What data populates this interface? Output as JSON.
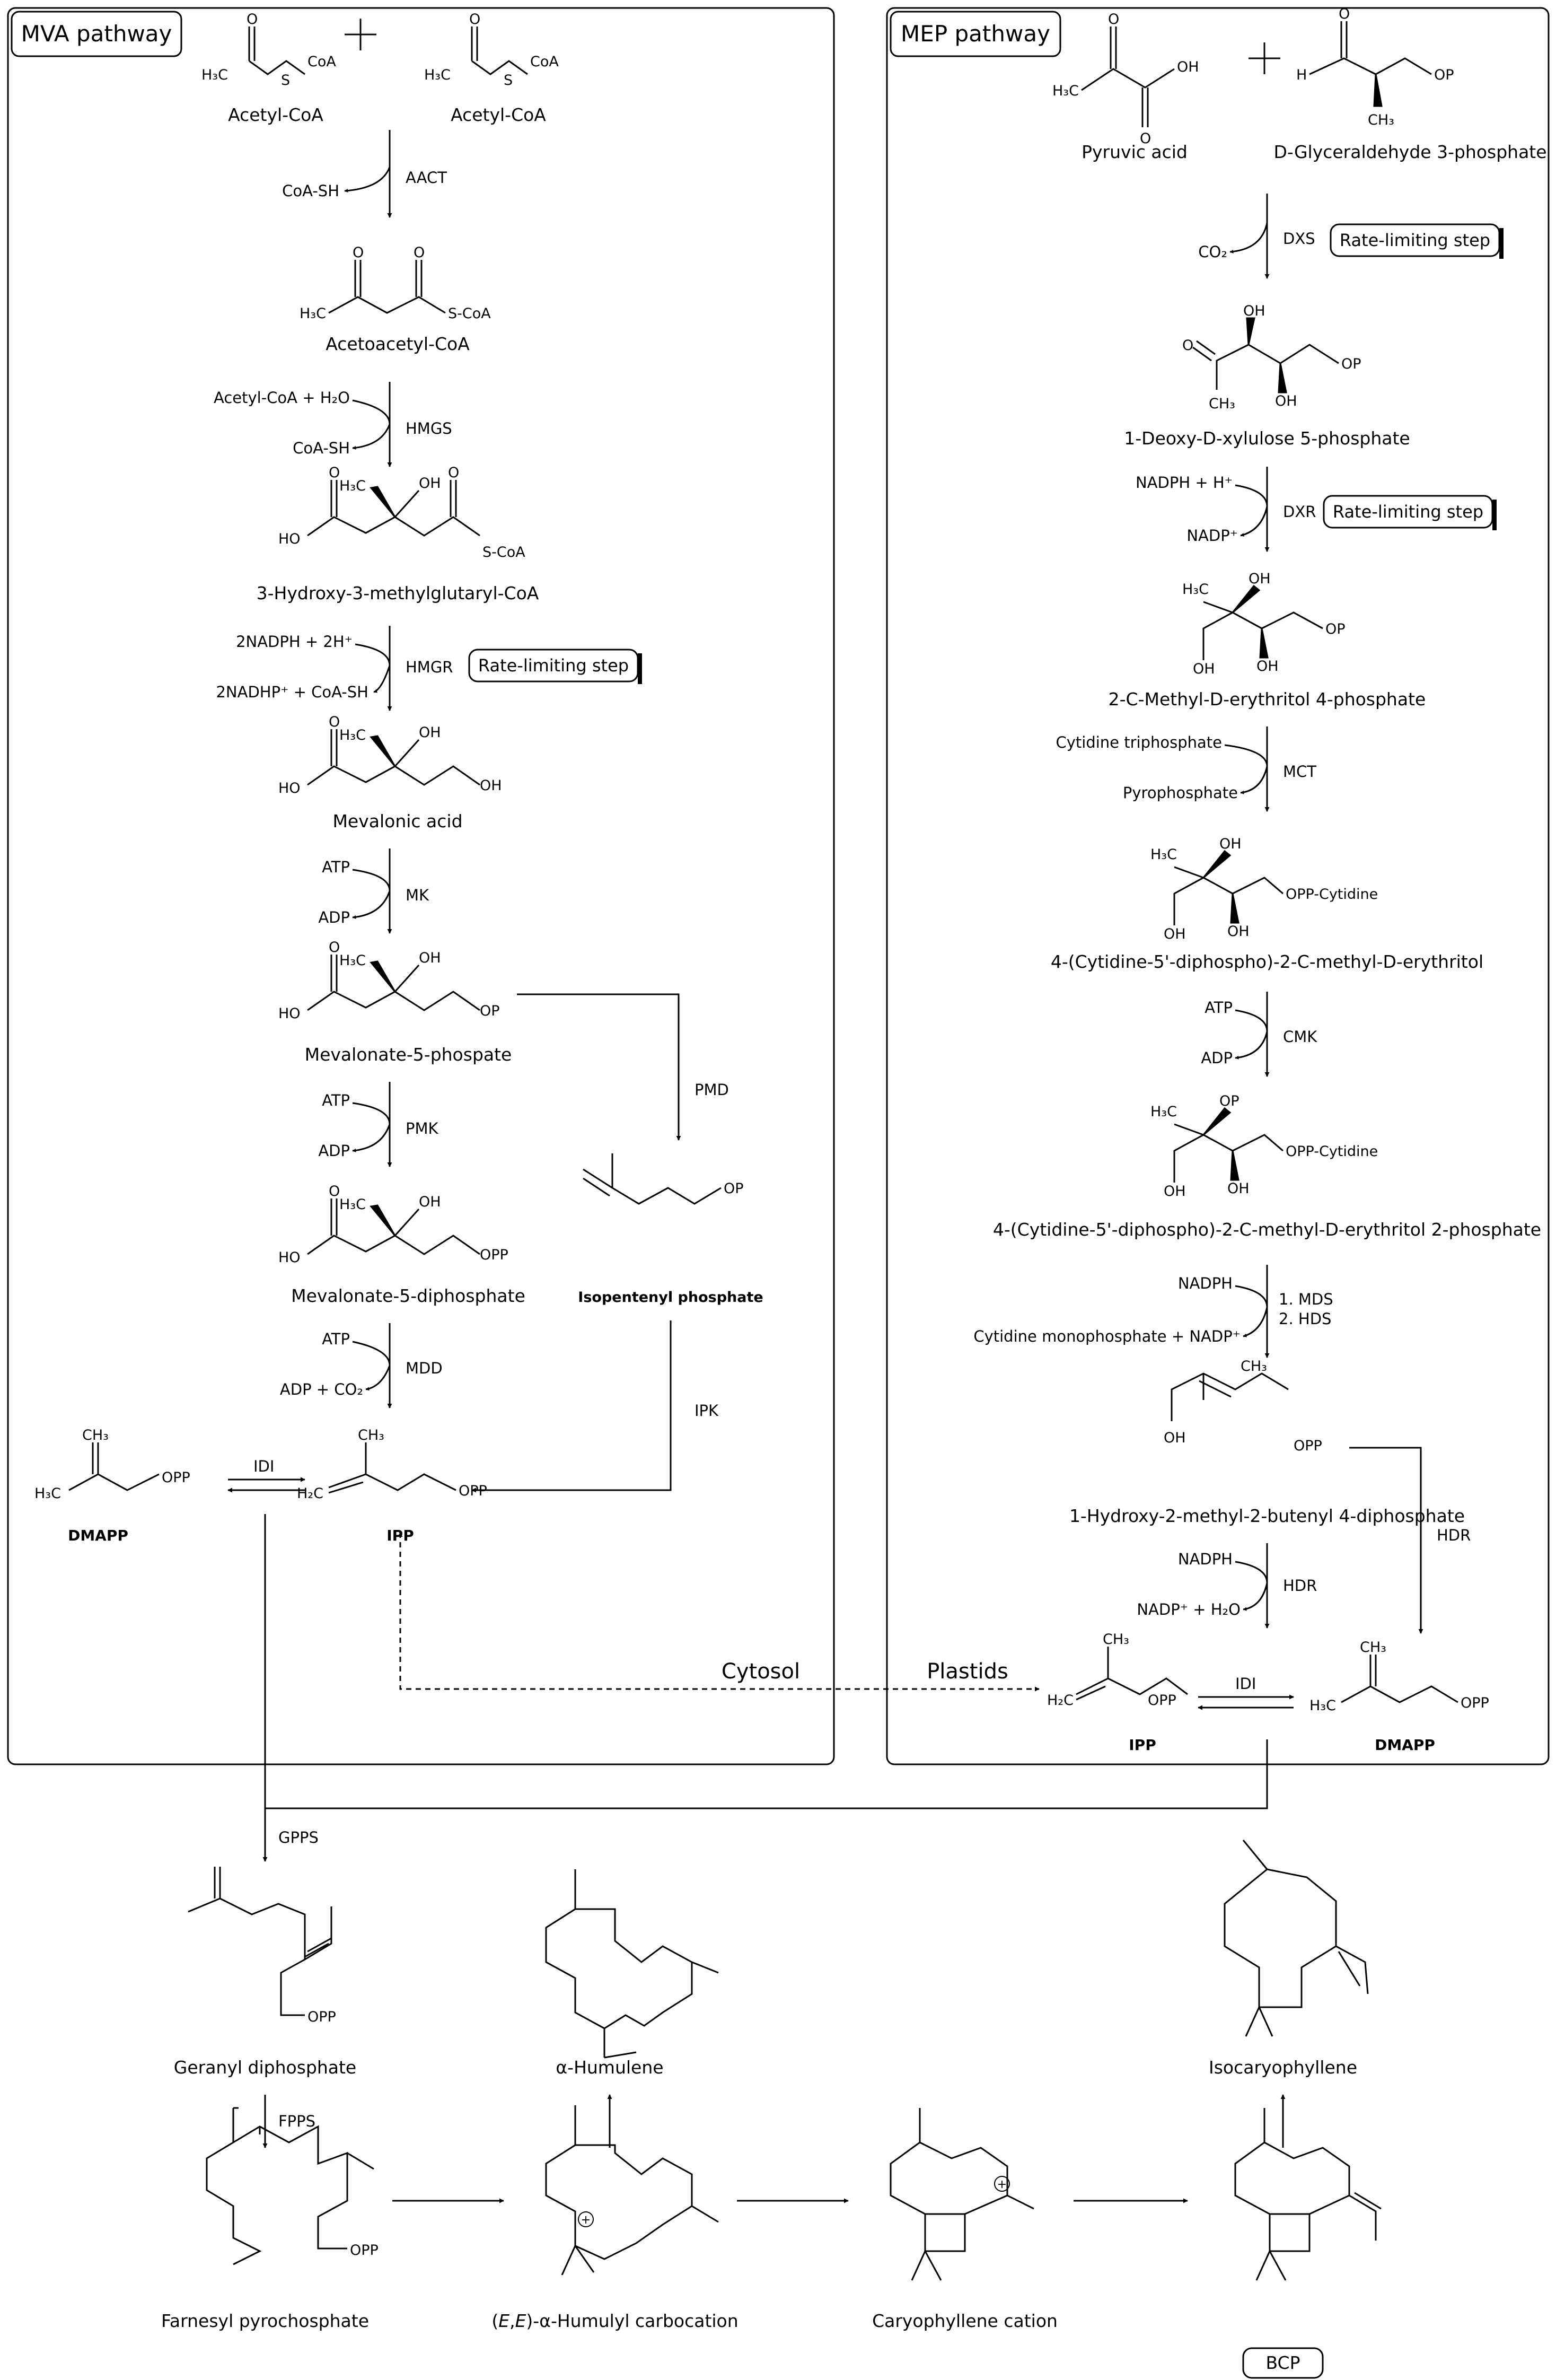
{
  "mva": {
    "title": "MVA pathway",
    "acetyl_coa_1": "Acetyl-CoA",
    "acetyl_coa_2": "Acetyl-CoA",
    "acetoacetyl_coa": "Acetoacetyl-CoA",
    "hmg_coa": "3-Hydroxy-3-methylglutaryl-CoA",
    "mevalonic_acid": "Mevalonic acid",
    "mevalonate_5p": "Mevalonate-5-phospate",
    "mevalonate_5pp": "Mevalonate-5-diphosphate",
    "isopentenyl_phosphate": "Isopentenyl phosphate",
    "dmapp": "DMAPP",
    "ipp": "IPP",
    "enzymes": {
      "aact": "AACT",
      "hmgs": "HMGS",
      "hmgr": "HMGR",
      "mk": "MK",
      "pmk": "PMK",
      "mdd": "MDD",
      "pmd": "PMD",
      "ipk": "IPK",
      "idi": "IDI"
    },
    "cofactors": {
      "coash_1": "CoA-SH",
      "acetylcoa_h2o": "Acetyl-CoA + H₂O",
      "coash_2": "CoA-SH",
      "nadph": "2NADPH + 2H⁺",
      "nadp_coash": "2NADHP⁺ + CoA-SH",
      "atp_1": "ATP",
      "adp_1": "ADP",
      "atp_2": "ATP",
      "adp_2": "ADP",
      "atp_3": "ATP",
      "adp_co2": "ADP + CO₂"
    },
    "rate_limiting": "Rate-limiting step"
  },
  "mep": {
    "title": "MEP pathway",
    "pyruvic_acid": "Pyruvic acid",
    "g3p": "D-Glyceraldehyde 3-phosphate",
    "dxp": "1-Deoxy-D-xylulose 5-phosphate",
    "mep": "2-C-Methyl-D-erythritol 4-phosphate",
    "cdp_me": "4-(Cytidine-5'-diphospho)-2-C-methyl-D-erythritol",
    "cdp_mep": "4-(Cytidine-5'-diphospho)-2-C-methyl-D-erythritol 2-phosphate",
    "hmbpp": "1-Hydroxy-2-methyl-2-butenyl 4-diphosphate",
    "ipp": "IPP",
    "dmapp": "DMAPP",
    "enzymes": {
      "dxs": "DXS",
      "dxr": "DXR",
      "mct": "MCT",
      "cmk": "CMK",
      "mds": "1. MDS",
      "hds": "2. HDS",
      "hdr_1": "HDR",
      "hdr_2": "HDR",
      "idi": "IDI"
    },
    "cofactors": {
      "co2": "CO₂",
      "nadph_h": "NADPH + H⁺",
      "nadp": "NADP⁺",
      "ctp": "Cytidine triphosphate",
      "ppi": "Pyrophosphate",
      "atp": "ATP",
      "adp": "ADP",
      "nadph_1": "NADPH",
      "cmp_nadp": "Cytidine monophosphate + NADP⁺",
      "nadph_2": "NADPH",
      "nadp_h2o": "NADP⁺ + H₂O"
    },
    "rate_limiting_1": "Rate-limiting step",
    "rate_limiting_2": "Rate-limiting step"
  },
  "regions": {
    "cytosol": "Cytosol",
    "plastids": "Plastids"
  },
  "terpene": {
    "gpps": "GPPS",
    "fpps": "FPPS",
    "geranyl": "Geranyl diphosphate",
    "farnesyl": "Farnesyl pyrochosphate",
    "humulene": "α-Humulene",
    "humulyl_prefix": "(",
    "humulyl_e1": "E",
    "humulyl_comma": ",",
    "humulyl_e2": "E",
    "humulyl_suffix": ")-α-Humulyl carbocation",
    "caryophyllene_cation": "Caryophyllene cation",
    "isocaryophyllene": "Isocaryophyllene",
    "bcp": "BCP",
    "plus": "+"
  },
  "chem": {
    "o": "O",
    "oh": "OH",
    "ho": "HO",
    "op": "OP",
    "opp": "OPP",
    "coa": "CoA",
    "s": "S",
    "s_coa": "S-CoA",
    "h3c": "H₃C",
    "ch3": "CH₃",
    "h2c": "H₂C",
    "h": "H",
    "opp_cytidine": "OPP-Cytidine"
  }
}
